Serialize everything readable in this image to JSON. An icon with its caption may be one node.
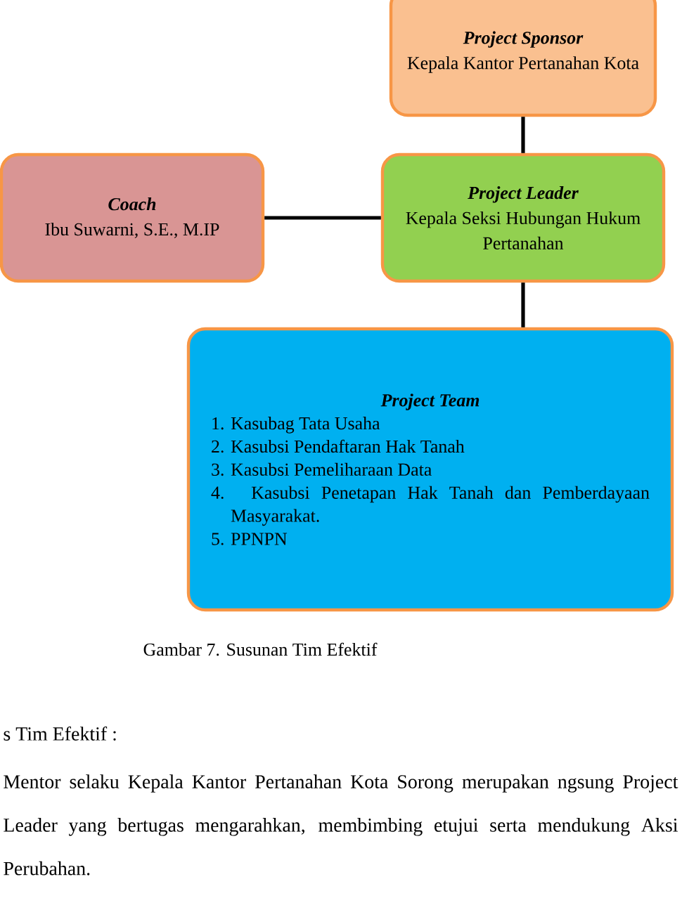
{
  "diagram": {
    "caption": "Gambar 7. Susunan Tim Efektif",
    "nodes": [
      {
        "text": [
          "Project Sponsor",
          "Kepala Kantor Pertanahan Kota"
        ]
      },
      {
        "text": [
          "Coach",
          "Ibu Suwarni, S.E., M.IP"
        ]
      },
      {
        "text": [
          "Project Leader",
          "Kepala Seksi Hubungan Hukum Pertanahan"
        ]
      },
      {
        "text": [
          "Project Team",
          "1. Kasubag Tata Usaha",
          "2. Kasubsi Pendaftaran Hak Tanah",
          "3. Kasubsi Pemeliharaan Data",
          "4. Kasubsi Penetapan Hak Tanah dan Pemberdayaan Masyarakat.",
          "5. PPNPN"
        ]
      }
    ],
    "edges": [
      {
        "from": 0,
        "to": 2,
        "arrow": "none"
      },
      {
        "from": 1,
        "to": 2,
        "arrow": "none"
      },
      {
        "from": 2,
        "to": 3,
        "arrow": "none"
      }
    ],
    "labels": [
      "s Tim Efektif :",
      "Mentor selaku Kepala Kantor Pertanahan Kota Sorong merupakan ngsung Project Leader yang bertugas mengarahkan, membimbing etujui serta mendukung Aksi Perubahan."
    ]
  }
}
